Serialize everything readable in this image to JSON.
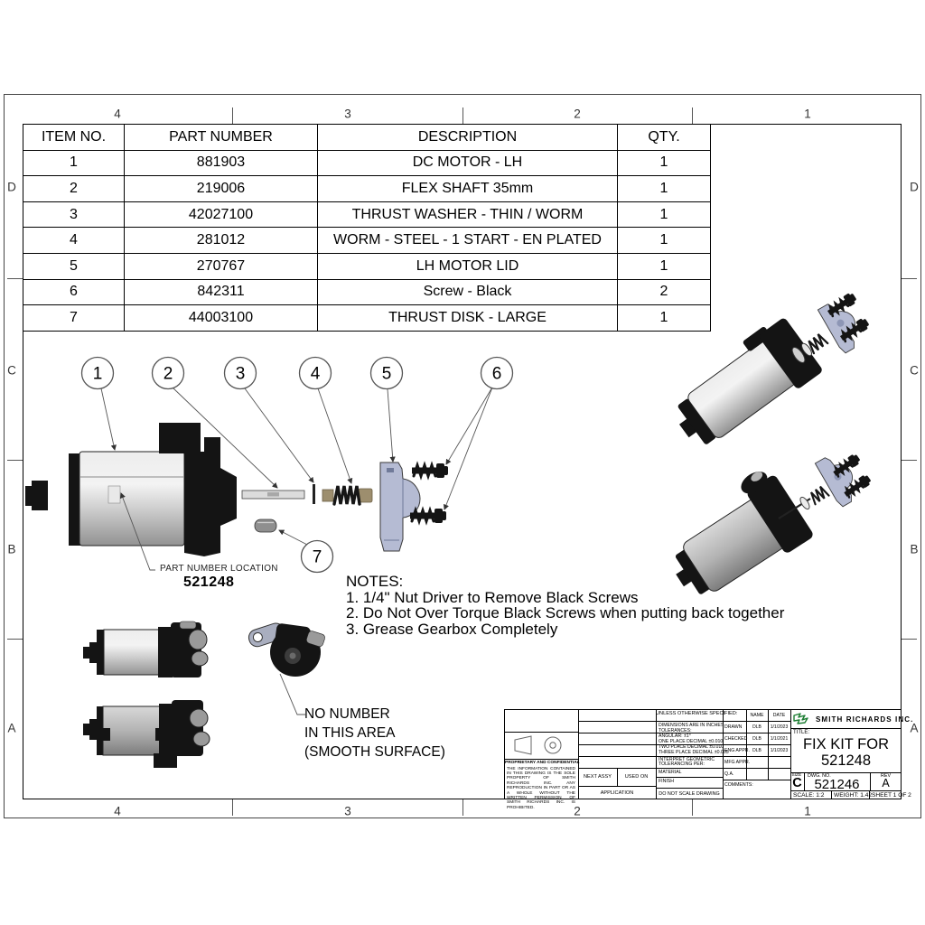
{
  "zones": {
    "top": [
      "4",
      "3",
      "2",
      "1"
    ],
    "bottom": [
      "4",
      "3",
      "2",
      "1"
    ],
    "left": [
      "D",
      "C",
      "B",
      "A"
    ],
    "right": [
      "D",
      "C",
      "B",
      "A"
    ]
  },
  "bom": {
    "headers": [
      "ITEM NO.",
      "PART NUMBER",
      "DESCRIPTION",
      "QTY."
    ],
    "rows": [
      [
        "1",
        "881903",
        "DC MOTOR - LH",
        "1"
      ],
      [
        "2",
        "219006",
        "FLEX SHAFT 35mm",
        "1"
      ],
      [
        "3",
        "42027100",
        "THRUST WASHER - THIN / WORM",
        "1"
      ],
      [
        "4",
        "281012",
        "WORM - STEEL - 1 START - EN PLATED",
        "1"
      ],
      [
        "5",
        "270767",
        "LH MOTOR LID",
        "1"
      ],
      [
        "6",
        "842311",
        "Screw - Black",
        "2"
      ],
      [
        "7",
        "44003100",
        "THRUST DISK - LARGE",
        "1"
      ]
    ]
  },
  "balloons": [
    "1",
    "2",
    "3",
    "4",
    "5",
    "6",
    "7"
  ],
  "annotations": {
    "part_number_location": "PART NUMBER LOCATION",
    "part_number": "521248",
    "no_number_lines": [
      "NO NUMBER",
      "IN THIS AREA",
      "(SMOOTH SURFACE)"
    ]
  },
  "notes": {
    "title": "NOTES:",
    "items": [
      "1. 1/4\" Nut Driver to Remove Black Screws",
      "2. Do Not Over Torque Black Screws when putting back together",
      "3. Grease Gearbox Completely"
    ]
  },
  "title_block": {
    "unless": "UNLESS OTHERWISE SPECIFIED:",
    "tolerances": [
      "DIMENSIONS ARE IN INCHES",
      "TOLERANCES:",
      "ANGULAR: ±1°",
      "ONE PLACE DECIMAL    ±0.010",
      "TWO PLACE DECIMAL    ±0.010",
      "THREE PLACE DECIMAL  ±0.005"
    ],
    "interpret1": "INTERPRET GEOMETRIC",
    "interpret2": "TOLERANCING PER:",
    "material_label": "MATERIAL",
    "finish_label": "FINISH",
    "do_not_scale": "DO NOT SCALE DRAWING",
    "proprietary_title": "PROPRIETARY AND CONFIDENTIAL",
    "proprietary_body": "THE INFORMATION CONTAINED IN THIS DRAWING IS THE SOLE PROPERTY OF SMITH RICHARDS INC. ANY REPRODUCTION IN PART OR AS A WHOLE WITHOUT THE WRITTEN PERMISSION OF SMITH RICHARDS INC. IS PROHIBITED.",
    "next_assy": "NEXT ASSY",
    "used_on": "USED ON",
    "application": "APPLICATION",
    "name_header": "NAME",
    "date_header": "DATE",
    "approvals": [
      {
        "label": "DRAWN",
        "name": "DLB",
        "date": "1/1/2023"
      },
      {
        "label": "CHECKED",
        "name": "DLB",
        "date": "1/1/2021"
      },
      {
        "label": "ENG APPR.",
        "name": "DLB",
        "date": "1/1/2023"
      },
      {
        "label": "MFG APPR.",
        "name": "",
        "date": ""
      },
      {
        "label": "Q.A.",
        "name": "",
        "date": ""
      }
    ],
    "comments_label": "COMMENTS:",
    "company": "SMITH RICHARDS INC.",
    "title_label": "TITLE:",
    "title_line1": "FIX KIT FOR",
    "title_line2": "521248",
    "size_label": "SIZE",
    "size": "C",
    "dwg_label": "DWG. NO.",
    "dwg_no": "521246",
    "rev_label": "REV",
    "rev": "A",
    "scale": "SCALE: 1:2",
    "weight": "WEIGHT: 1.42",
    "sheet": "SHEET 1 OF 2"
  },
  "colors": {
    "logo_green": "#1e7e34",
    "lid_lavender": "#b5bbd3",
    "worm_tan": "#9d8e6e",
    "motor_grey": "#c9c9c9",
    "part_black": "#141414"
  }
}
